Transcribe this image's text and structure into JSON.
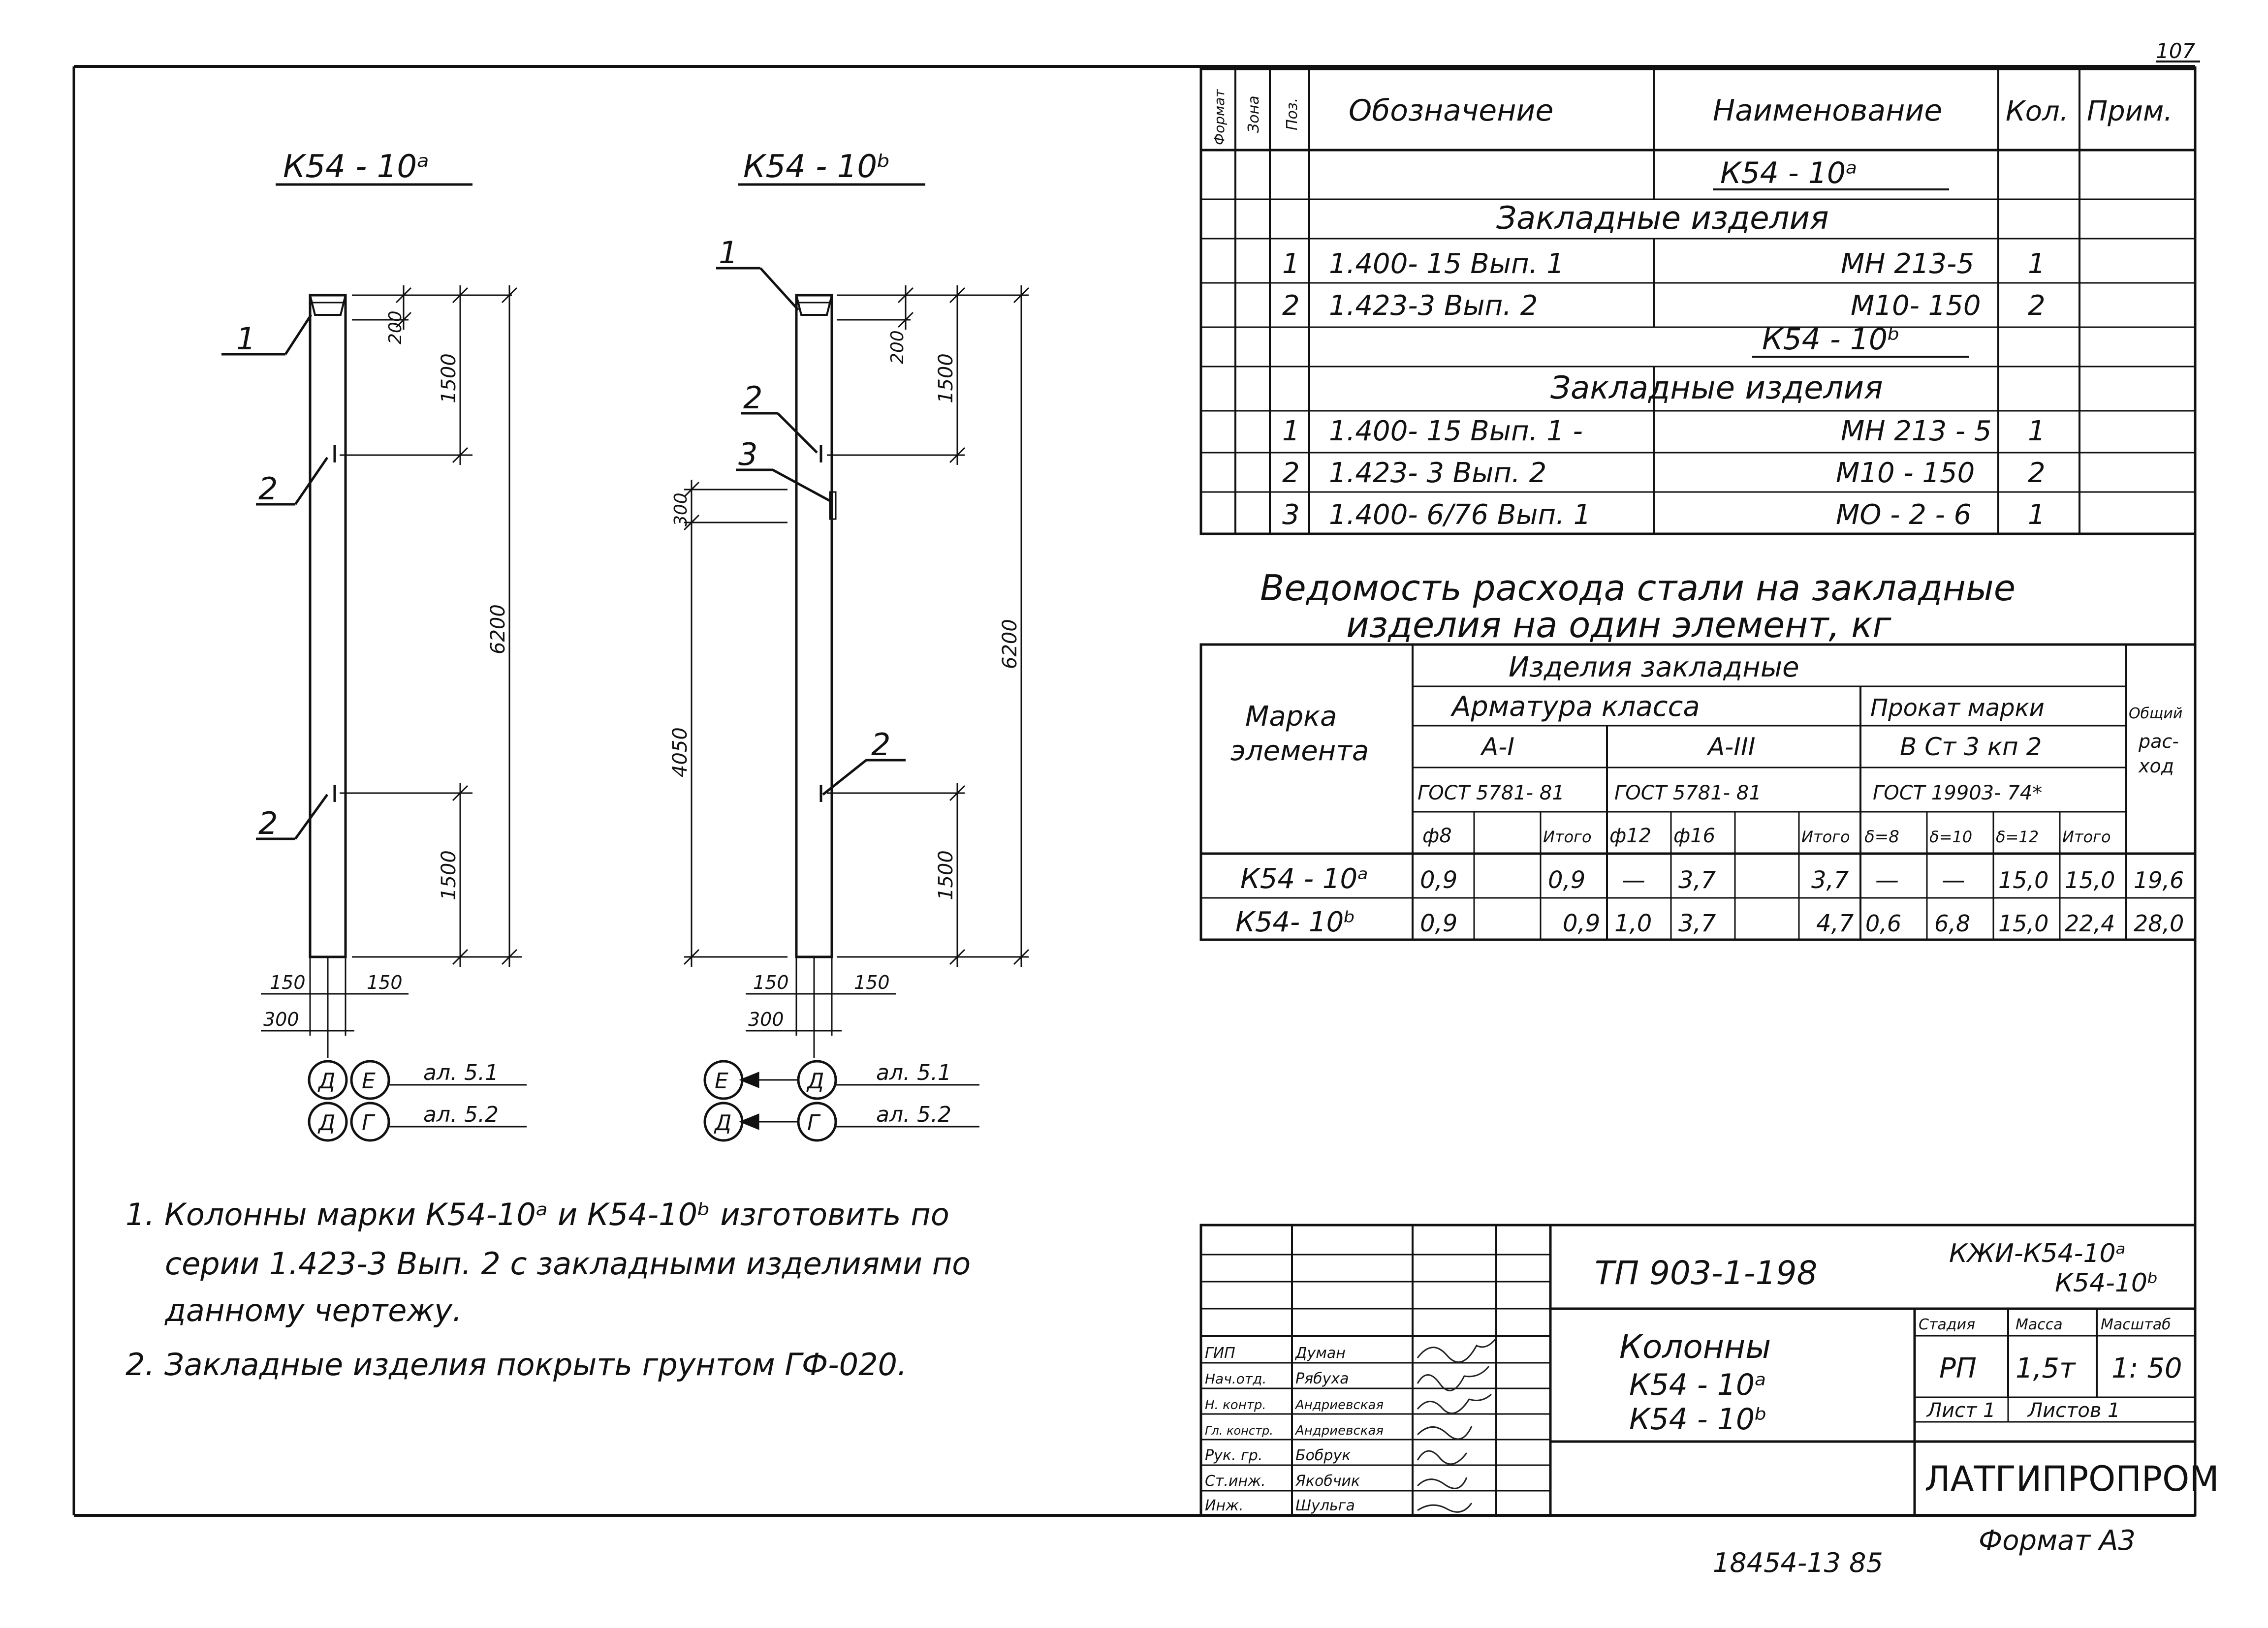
{
  "sheet_number": "107",
  "left_title_a": "К54 - 10ᵃ",
  "left_title_b": "К54 - 10ᵇ",
  "dims": {
    "d200": "200",
    "d1500": "1500",
    "d6200": "6200",
    "d300": "300",
    "d4050": "4050",
    "d150": "150"
  },
  "callouts": [
    "1",
    "2",
    "3"
  ],
  "axes": {
    "a_left_top": "Д",
    "a_right_top": "Е",
    "a_ref_top": "ал. 5.1",
    "a_left_bot": "Д",
    "a_right_bot": "Г",
    "a_ref_bot": "ал. 5.2",
    "b_left_top": "Е",
    "b_right_top": "Д",
    "b_ref_top": "ал. 5.1",
    "b_left_bot": "Д",
    "b_right_bot": "Г",
    "b_ref_bot": "ал. 5.2"
  },
  "spec": {
    "headers": [
      "Формат",
      "Зона",
      "Поз.",
      "Обозначение",
      "Наименование",
      "Кол.",
      "Прим."
    ],
    "title_a": "К54 - 10ᵃ",
    "group_a": "Закладные  изделия",
    "rows_a": [
      {
        "pos": "1",
        "code": "1.400- 15  Вып. 1",
        "name": "МН 213-5",
        "qty": "1"
      },
      {
        "pos": "2",
        "code": "1.423-3  Вып. 2",
        "name": "М10- 150",
        "qty": "2"
      }
    ],
    "title_b": "К54 - 10ᵇ",
    "group_b": "Закладные  изделия",
    "rows_b": [
      {
        "pos": "1",
        "code": "1.400- 15  Вып. 1 -",
        "name": "МН 213 - 5",
        "qty": "1"
      },
      {
        "pos": "2",
        "code": "1.423- 3  Вып. 2",
        "name": "М10 - 150",
        "qty": "2"
      },
      {
        "pos": "3",
        "code": "1.400- 6/76  Вып. 1",
        "name": "МО - 2 - 6",
        "qty": "1"
      }
    ]
  },
  "steel": {
    "title_line1": "Ведомость  расхода  стали  на  закладные",
    "title_line2": "изделия   на   один  элемент, кг",
    "h_mark": "Марка элемента",
    "h_items": "Изделия   закладные",
    "h_armature": "Арматура   класса",
    "h_rolled": "Прокат  марки",
    "h_total": "Общий рас- ход",
    "h_ai": "А-I",
    "h_aiii": "А-III",
    "h_steel": "В Ст 3 кп 2",
    "h_gost1": "ГОСТ 5781- 81",
    "h_gost2": "ГОСТ  5781- 81",
    "h_gost3": "ГОСТ 19903- 74*",
    "sub": [
      "ф8",
      "",
      "Итого",
      "ф12",
      "ф16",
      "",
      "Итого",
      "δ=8",
      "δ=10",
      "δ=12",
      "Итого"
    ],
    "rows": [
      {
        "mark": "К54 - 10ᵃ",
        "vals": [
          "0,9",
          "",
          "0,9",
          "—",
          "3,7",
          "",
          "3,7",
          "—",
          "—",
          "15,0",
          "15,0"
        ],
        "total": "19,6"
      },
      {
        "mark": "К54-  10ᵇ",
        "vals": [
          "0,9",
          "",
          "0,9",
          "1,0",
          "3,7",
          "",
          "4,7",
          "0,6",
          "6,8",
          "15,0",
          "22,4"
        ],
        "total": "28,0"
      }
    ]
  },
  "notes": {
    "n1_l1": "1. Колонны  марки  К54-10ᵃ  и  К54-10ᵇ  изготовить  по",
    "n1_l2": "серии  1.423-3  Вып. 2  с  закладными  изделиями  по",
    "n1_l3": "данному   чертежу.",
    "n2": "2. Закладные   изделия   покрыть   грунтом   ГФ-020."
  },
  "stamp": {
    "project": "ТП  903-1-198",
    "code_l1": "КЖИ-К54-10ᵃ",
    "code_l2": "К54-10ᵇ",
    "name_l1": "Колонны",
    "name_l2": "К54  - 10ᵃ",
    "name_l3": "К54  - 10ᵇ",
    "h_stage": "Стадия",
    "h_mass": "Масса",
    "h_scale": "Масштаб",
    "stage": "РП",
    "mass": "1,5т",
    "scale": "1: 50",
    "sheet": "Лист 1",
    "sheets": "Листов 1",
    "org": "ЛАТГИПРОПРОМ",
    "roles": [
      {
        "role": "ГИП",
        "name": "Думан"
      },
      {
        "role": "Нач.отд.",
        "name": "Рябуха"
      },
      {
        "role": "Н. контр.",
        "name": "Андриевская"
      },
      {
        "role": "Гл. констр.",
        "name": "Андриевская"
      },
      {
        "role": "Рук. гр.",
        "name": "Бобрук"
      },
      {
        "role": "Ст.инж.",
        "name": "Якобчик"
      },
      {
        "role": "Инж.",
        "name": "Шульга"
      }
    ]
  },
  "format": "Формат  А3",
  "inventory": "18454-13  85"
}
